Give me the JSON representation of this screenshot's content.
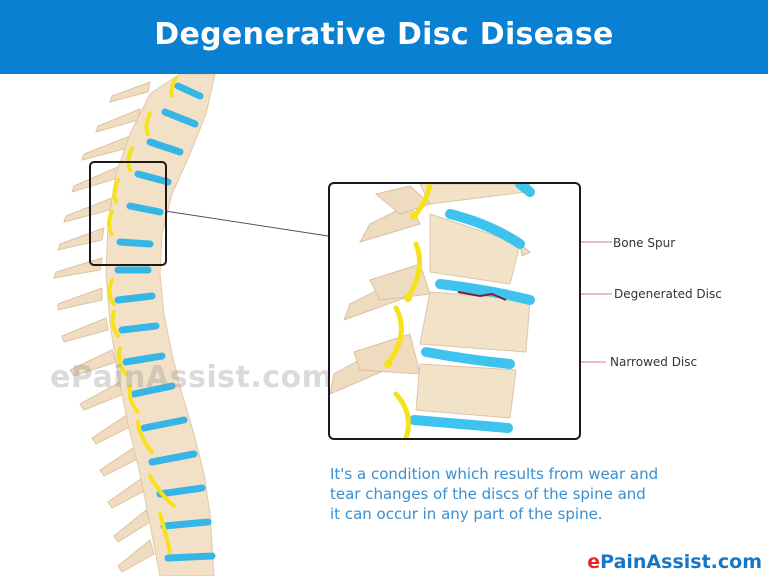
{
  "header": {
    "title": "Degenerative Disc Disease",
    "background": "#0a80d3"
  },
  "watermark": {
    "text": "ePainAssist.com"
  },
  "detail_labels": [
    {
      "label": "Bone Spur"
    },
    {
      "label": "Degenerated Disc"
    },
    {
      "label": "Narrowed Disc"
    }
  ],
  "description": {
    "lines": [
      "It's a condition which results from wear and",
      "tear changes of the discs of the spine and",
      "it can occur in any part of the spine."
    ],
    "color": "#3a8fd0"
  },
  "brand": {
    "prefix": "e",
    "rest": "PainAssist.com",
    "prefix_color": "#e3262c",
    "rest_color": "#1877c4"
  },
  "colors": {
    "bone": "#f2dfc4",
    "disc": "#35b6e6",
    "nerve": "#f5e21a",
    "leader_line": "#e07a7a"
  }
}
